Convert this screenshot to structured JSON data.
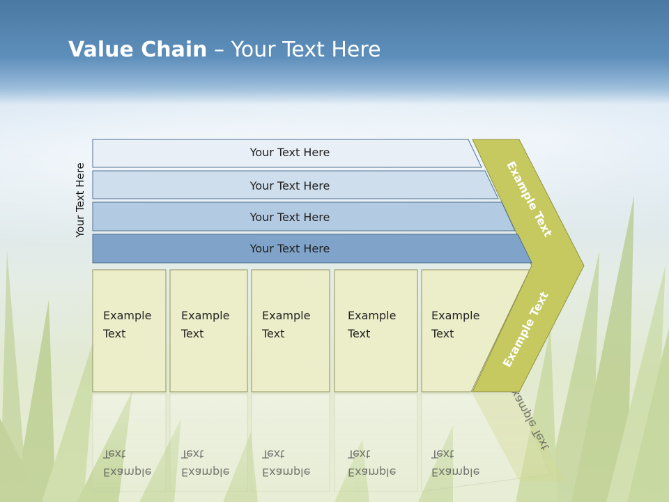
{
  "slide": {
    "title_bold": "Value Chain",
    "title_rest": " – Your Text Here",
    "side_label": "Your Text Here"
  },
  "bars": [
    {
      "label": "Your Text Here",
      "color": "#e8eff7"
    },
    {
      "label": "Your Text Here",
      "color": "#cfdeed"
    },
    {
      "label": "Your Text Here",
      "color": "#b3cbe2"
    },
    {
      "label": "Your Text Here",
      "color": "#7fa3c9"
    }
  ],
  "columns": [
    {
      "line1": "Example",
      "line2": "Text"
    },
    {
      "line1": "Example",
      "line2": "Text"
    },
    {
      "line1": "Example",
      "line2": "Text"
    },
    {
      "line1": "Example",
      "line2": "Text"
    },
    {
      "line1": "Example",
      "line2": "Text"
    }
  ],
  "chevron": {
    "upper_label": "Example Text",
    "lower_label": "Example Text",
    "color": "#c5c95f"
  },
  "colors": {
    "column_fill": "#eceec9",
    "column_stroke": "#8f9360",
    "bar_stroke": "#4e6f93"
  }
}
